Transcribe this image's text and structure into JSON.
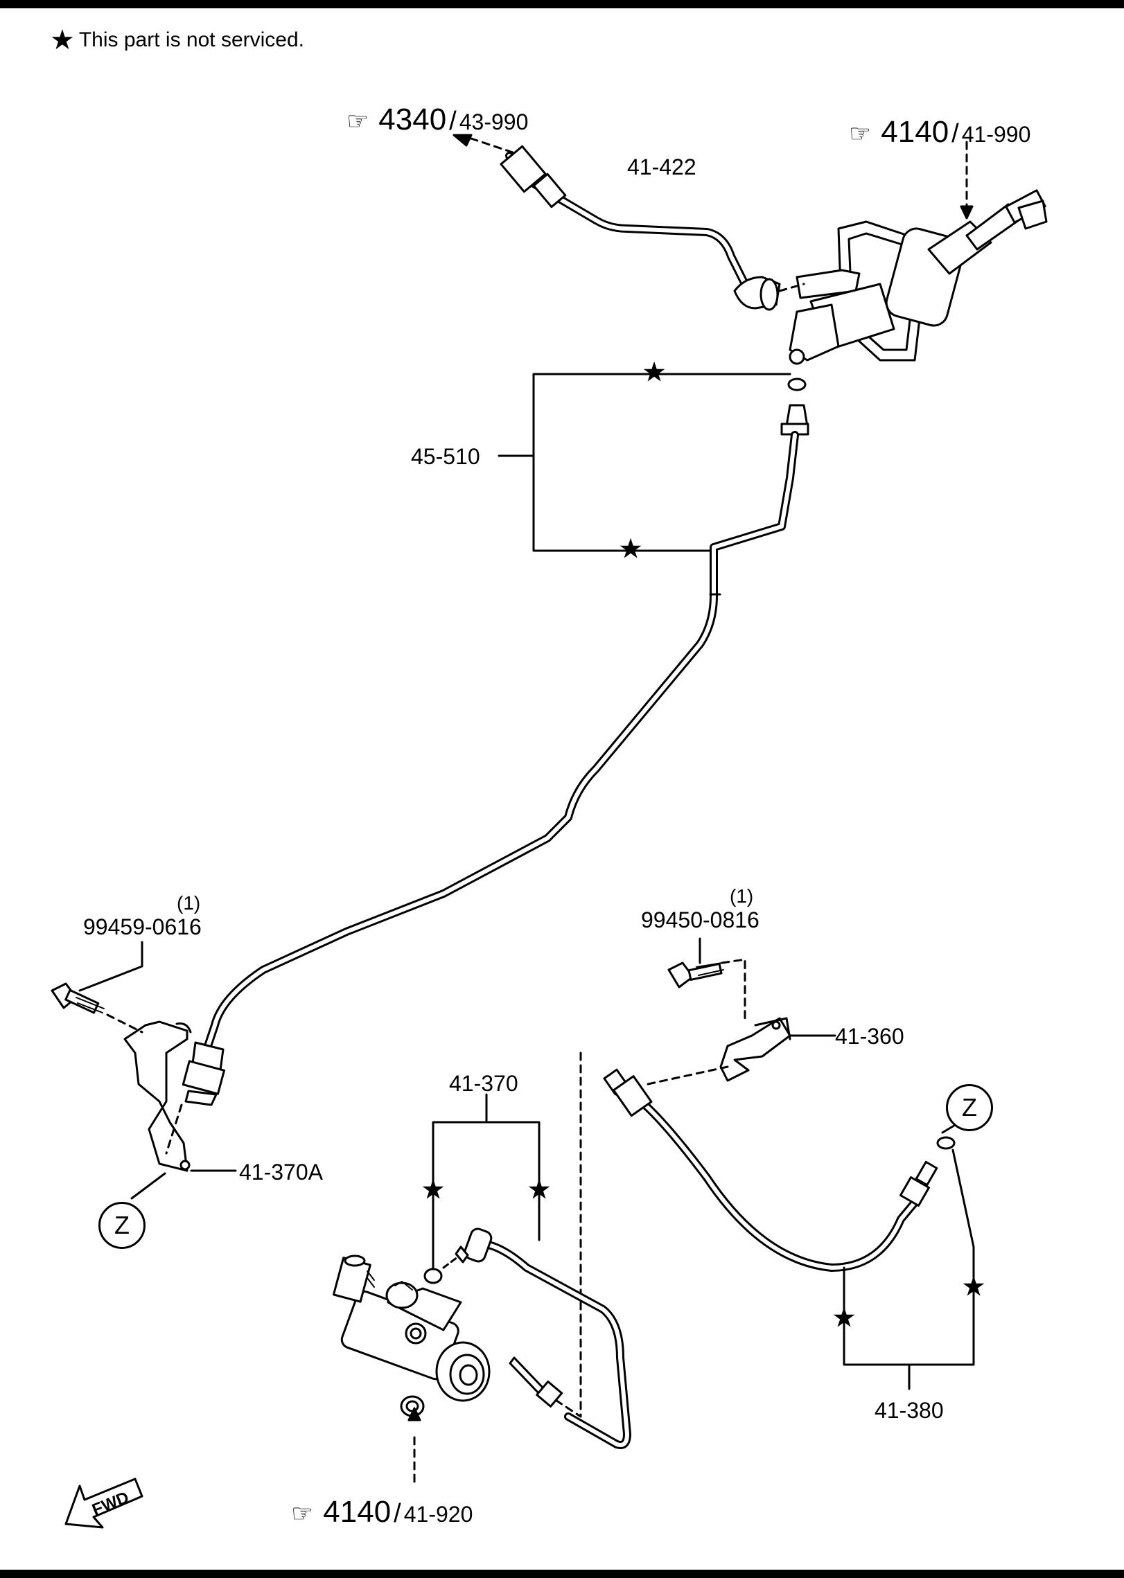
{
  "note": {
    "icon": "star-icon",
    "text": "This part is not serviced."
  },
  "star_glyph": "★",
  "refs": {
    "r4340": {
      "icon": "pointing-hand-icon",
      "main": "4340",
      "sub": "43-990"
    },
    "r4140_top": {
      "icon": "pointing-hand-icon",
      "main": "4140",
      "sub": "41-990"
    },
    "r4140_bottom": {
      "icon": "pointing-hand-icon",
      "main": "4140",
      "sub": "41-920"
    }
  },
  "slash": "/",
  "parts": {
    "p41422": "41-422",
    "p45510": "45-510",
    "p99459": "99459-0616",
    "p99459_qty": "(1)",
    "p99450": "99450-0816",
    "p99450_qty": "(1)",
    "p41360": "41-360",
    "p41370": "41-370",
    "p41370A": "41-370A",
    "p41380": "41-380"
  },
  "zone_markers": {
    "left": "Z",
    "right": "Z"
  },
  "fwd": {
    "icon": "fwd-arrow-icon",
    "text": "FWD"
  }
}
